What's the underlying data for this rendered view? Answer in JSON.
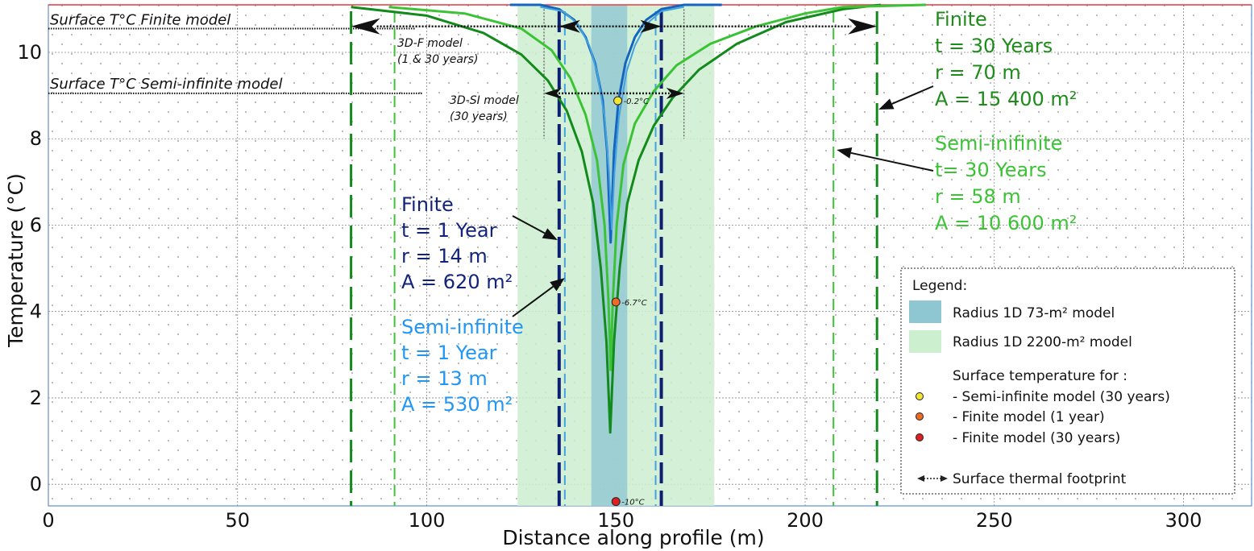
{
  "chart_data": {
    "type": "line",
    "xlabel": "Distance along profile (m)",
    "ylabel": "Temperature (°C)",
    "xlim": [
      0,
      318
    ],
    "ylim": [
      -0.5,
      11.1
    ],
    "x_ticks": [
      0,
      50,
      100,
      150,
      200,
      250,
      300
    ],
    "y_ticks": [
      0,
      2,
      4,
      6,
      8,
      10
    ],
    "grid": true,
    "center_x": 148.5,
    "surface_finite_label": "Surface T°C Finite model",
    "surface_finite_level": 10.55,
    "surface_semi_label": "Surface T°C Semi-infinite model",
    "surface_semi_level": 9.05,
    "top_line_level": 11.1,
    "model_3df_label": [
      "3D-F model",
      "(1 & 30 years)"
    ],
    "model_3dsi_label": [
      "3D-SI model",
      "(30 years)"
    ],
    "footprint_3df": {
      "x1": 80,
      "x2": 219,
      "y": 10.6
    },
    "footprint_3dsi": {
      "x1": 131,
      "x2": 168,
      "y": 9.05
    },
    "shaded_bands": [
      {
        "name": "Radius 1D 2200-m² model",
        "x1": 124,
        "x2": 176,
        "color": "#ccefd0"
      },
      {
        "name": "Radius 1D 73-m² model",
        "x1": 143.5,
        "x2": 153,
        "color": "#8ec7d2"
      }
    ],
    "series": [
      {
        "id": "finite-30y",
        "color": "#138a1c",
        "width": 3,
        "x": [
          80,
          100,
          115,
          125,
          132,
          137,
          141,
          144,
          146,
          147.5,
          148.5,
          149.5,
          151,
          153,
          156,
          160,
          165,
          172,
          182,
          195,
          210,
          220
        ],
        "y": [
          11.05,
          10.85,
          10.45,
          9.95,
          9.35,
          8.65,
          7.7,
          6.5,
          5.0,
          3.3,
          1.2,
          3.3,
          5.0,
          6.5,
          7.5,
          8.3,
          8.95,
          9.6,
          10.2,
          10.7,
          11.0,
          11.1
        ]
      },
      {
        "id": "semi-30y",
        "color": "#3cc335",
        "width": 3,
        "x": [
          90,
          110,
          125,
          133,
          138,
          142,
          145,
          147,
          148,
          148.6,
          149.2,
          150.2,
          152,
          155,
          160,
          166,
          175,
          187,
          200,
          210,
          232
        ],
        "y": [
          11.05,
          10.9,
          10.55,
          10.05,
          9.4,
          8.55,
          7.5,
          6.0,
          4.3,
          2.65,
          4.3,
          6.0,
          7.4,
          8.35,
          9.1,
          9.7,
          10.2,
          10.6,
          10.9,
          11.05,
          11.1
        ]
      },
      {
        "id": "finite-1y",
        "color": "#1565c0",
        "width": 3,
        "x": [
          122,
          130,
          135,
          139,
          142,
          144.5,
          146.5,
          147.7,
          148.6,
          149.5,
          150.7,
          152.5,
          155,
          158,
          162,
          168,
          178
        ],
        "y": [
          11.1,
          11.1,
          11.0,
          10.75,
          10.35,
          9.75,
          8.9,
          7.7,
          5.6,
          7.7,
          8.9,
          9.75,
          10.35,
          10.75,
          11.0,
          11.1,
          11.1
        ]
      },
      {
        "id": "semi-1y",
        "color": "#44a2df",
        "width": 2,
        "x": [
          130,
          136,
          140,
          143,
          145,
          147,
          148.2,
          148.9,
          149.6,
          150.8,
          152.8,
          155,
          158,
          162,
          168
        ],
        "y": [
          11.05,
          10.95,
          10.65,
          10.15,
          9.55,
          8.5,
          7.2,
          5.9,
          7.2,
          8.5,
          9.55,
          10.15,
          10.65,
          10.95,
          11.05
        ]
      }
    ],
    "boundaries": [
      {
        "x": 80,
        "color": "#138a1c",
        "dash": "28,10",
        "width": 3
      },
      {
        "x": 219,
        "color": "#138a1c",
        "dash": "28,10",
        "width": 3
      },
      {
        "x": 91.5,
        "color": "#3cc335",
        "dash": "14,7",
        "width": 2
      },
      {
        "x": 207.5,
        "color": "#3cc335",
        "dash": "14,7",
        "width": 2
      },
      {
        "x": 135,
        "color": "#0d1f73",
        "dash": "26,9",
        "width": 4
      },
      {
        "x": 162,
        "color": "#0d1f73",
        "dash": "26,9",
        "width": 4
      },
      {
        "x": 136.5,
        "color": "#44a2df",
        "dash": "12,6",
        "width": 2
      },
      {
        "x": 160.5,
        "color": "#44a2df",
        "dash": "12,6",
        "width": 2
      }
    ],
    "points": [
      {
        "label": "-0.2°C",
        "x": 150.5,
        "y": 8.88,
        "color": "#f4e534"
      },
      {
        "label": "-6.7°C",
        "x": 150,
        "y": 4.22,
        "color": "#f06a24"
      },
      {
        "label": "-10°C",
        "x": 150,
        "y": -0.4,
        "color": "#e02020"
      }
    ],
    "annotations": [
      {
        "id": "finite-30",
        "color": "#1e8c1a",
        "lines": [
          "Finite",
          "t = 30 Years",
          "r = 70 m",
          "A = 15 400 m²"
        ]
      },
      {
        "id": "semi-30",
        "color": "#3cc335",
        "lines": [
          "Semi-inifinite",
          "t= 30 Years",
          "r = 58 m",
          "A = 10 600 m²"
        ]
      },
      {
        "id": "finite-1",
        "color": "#12237a",
        "lines": [
          "Finite",
          "t = 1 Year",
          "r = 14 m",
          "A = 620 m²"
        ]
      },
      {
        "id": "semi-1",
        "color": "#2196f3",
        "lines": [
          "Semi-infinite",
          "t = 1 Year",
          "r = 13 m",
          "A = 530 m²"
        ]
      }
    ],
    "legend": {
      "title": "Legend:",
      "band_items": [
        "Radius 1D 73-m² model",
        "Radius 1D 2200-m² model"
      ],
      "points_heading": "Surface temperature for :",
      "point_items": [
        {
          "label": "- Semi-infinite model (30 years)",
          "color": "#f4e534"
        },
        {
          "label": "- Finite model (1 year)",
          "color": "#f06a24"
        },
        {
          "label": "- Finite model (30 years)",
          "color": "#e02020"
        }
      ],
      "footprint_item": "Surface thermal footprint"
    }
  }
}
